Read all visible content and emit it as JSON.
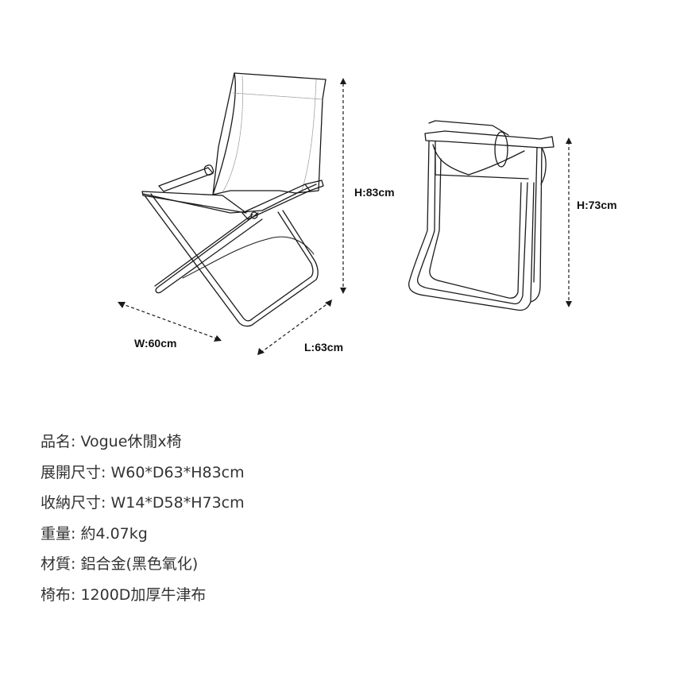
{
  "dimensions": {
    "unfolded": {
      "height_label": "H:83cm",
      "width_label": "W:60cm",
      "length_label": "L:63cm"
    },
    "folded": {
      "height_label": "H:73cm"
    }
  },
  "specs": [
    {
      "label": "品名",
      "value": "Vogue休閒x椅",
      "text": "品名: Vogue休閒x椅"
    },
    {
      "label": "展開尺寸",
      "value": "W60*D63*H83cm",
      "text": "展開尺寸: W60*D63*H83cm"
    },
    {
      "label": "收納尺寸",
      "value": "W14*D58*H73cm",
      "text": "收納尺寸: W14*D58*H73cm"
    },
    {
      "label": "重量",
      "value": "約4.07kg",
      "text": "重量: 約4.07kg"
    },
    {
      "label": "材質",
      "value": "鋁合金(黑色氧化)",
      "text": "材質: 鋁合金(黑色氧化)"
    },
    {
      "label": "椅布",
      "value": "1200D加厚牛津布",
      "text": "椅布: 1200D加厚牛津布"
    }
  ],
  "colors": {
    "line": "#1a1a1a",
    "text": "#333333"
  }
}
